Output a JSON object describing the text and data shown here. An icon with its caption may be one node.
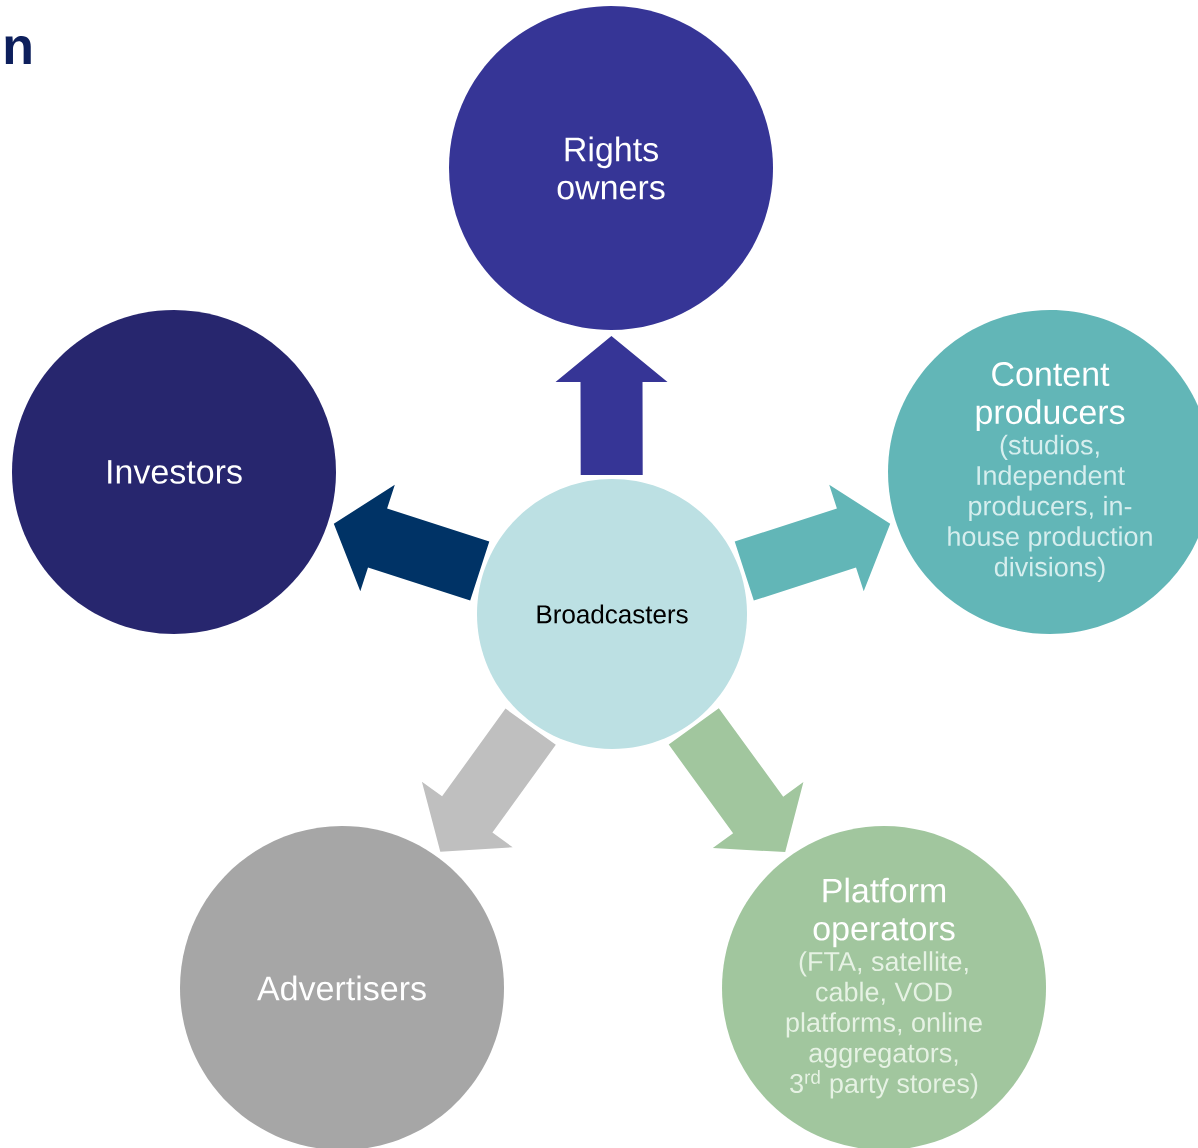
{
  "diagram": {
    "nodes": [
      {
        "text": [
          "Broadcasters"
        ]
      },
      {
        "text": [
          "Rights owners"
        ]
      },
      {
        "text": [
          "Investors"
        ]
      },
      {
        "text": [
          "Content producers",
          "(studios, Independent producers, in-house production divisions)"
        ]
      },
      {
        "text": [
          "Advertisers"
        ]
      },
      {
        "text": [
          "Platform operators",
          "(FTA, satellite, cable, VOD platforms,  online aggregators, 3$^{rd}$ party stores)"
        ]
      }
    ],
    "edges": [
      {
        "from": 0,
        "to": 1,
        "arrow": "to",
        "color": "#363596"
      },
      {
        "from": 0,
        "to": 2,
        "arrow": "to",
        "color": "#003366"
      },
      {
        "from": 0,
        "to": 3,
        "arrow": "to",
        "color": "#62b6b7"
      },
      {
        "from": 0,
        "to": 4,
        "arrow": "to",
        "color": "#bfbfbf"
      },
      {
        "from": 0,
        "to": 5,
        "arrow": "to",
        "color": "#a1c69e"
      }
    ],
    "labels": [
      "n"
    ]
  }
}
